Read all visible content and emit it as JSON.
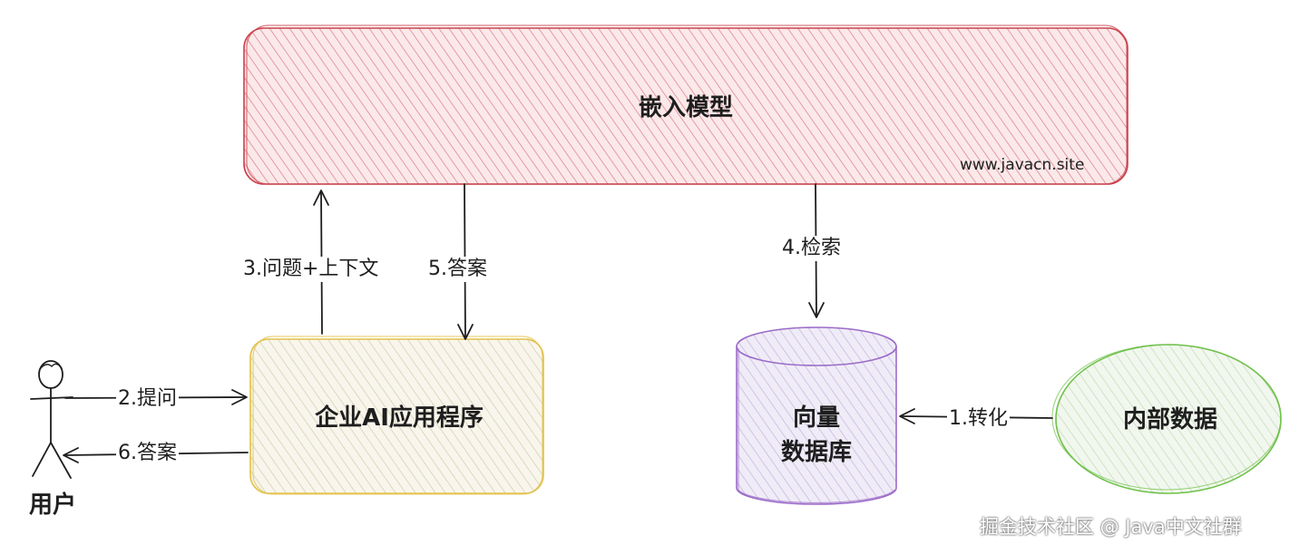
{
  "nodes": {
    "embedding_model": "嵌入模型",
    "embedding_site": "www.javacn.site",
    "enterprise_app": "企业AI应用程序",
    "vector_db_line1": "向量",
    "vector_db_line2": "数据库",
    "internal_data": "内部数据",
    "user": "用户"
  },
  "edges": {
    "step1": "1.转化",
    "step2": "2.提问",
    "step3": "3.问题+上下文",
    "step4": "4.检索",
    "step5": "5.答案",
    "step6": "6.答案"
  },
  "watermark": "掘金技术社区 @ Java中文社群",
  "colors": {
    "embedding_stroke": "#c9404a",
    "embedding_fill": "#f7c8cc",
    "app_stroke": "#e2c04a",
    "app_fill": "#f3efdc",
    "db_stroke": "#9b6cc8",
    "db_fill": "#ded6ee",
    "data_stroke": "#6fc14b",
    "data_fill": "#e3efdc",
    "ink": "#1e1e1e"
  }
}
